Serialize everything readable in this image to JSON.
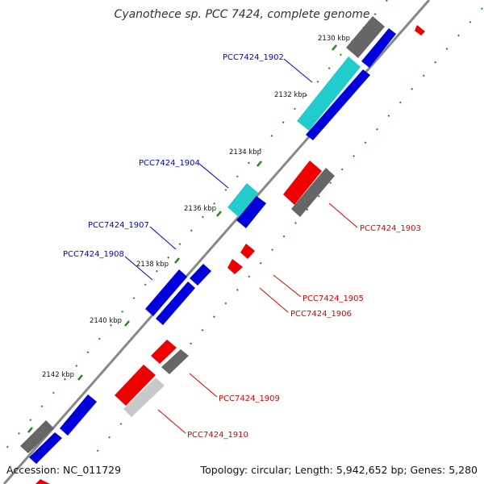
{
  "title": "Cyanothece sp. PCC 7424, complete genome",
  "accession": "Accession: NC_011729",
  "summary": "Topology: circular; Length: 5,942,652 bp; Genes: 5,280",
  "colors": {
    "forward": "#0000dd",
    "reverse": "#ee0000",
    "rna": "#22cccc",
    "pseudo_dark": "#666666",
    "pseudo_light": "#c8c8c8",
    "backbone": "#888888",
    "tick": "#228822",
    "label_forward": "#0000cc",
    "label_reverse": "#dd0000"
  },
  "ticks": [
    "2130 kbp",
    "2132 kbp",
    "2134 kbp",
    "2136 kbp",
    "2138 kbp",
    "2140 kbp",
    "2142 kbp"
  ],
  "gene_labels": {
    "g1902": "PCC7424_1902",
    "g1903": "PCC7424_1903",
    "g1904": "PCC7424_1904",
    "g1905": "PCC7424_1905",
    "g1906": "PCC7424_1906",
    "g1907": "PCC7424_1907",
    "g1908": "PCC7424_1908",
    "g1909": "PCC7424_1909",
    "g1910": "PCC7424_1910"
  }
}
